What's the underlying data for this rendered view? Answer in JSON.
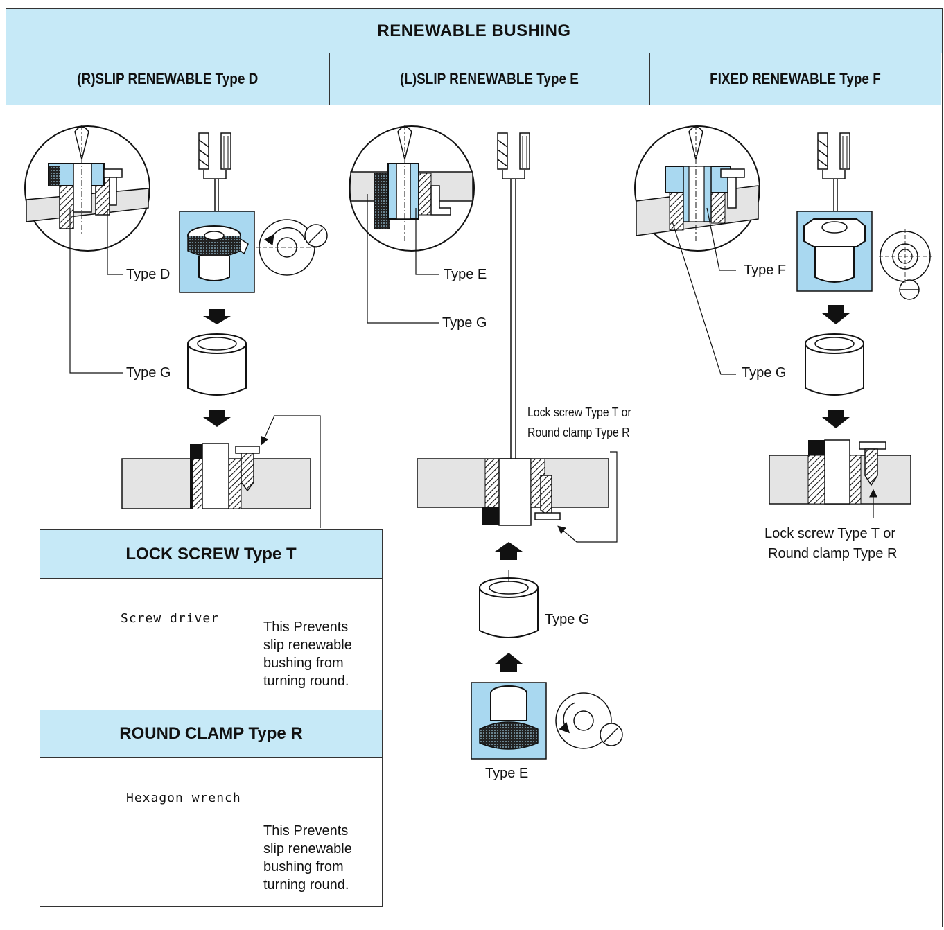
{
  "title": "RENEWABLE BUSHING",
  "columns": [
    {
      "heading": "(R)SLIP RENEWABLE  Type D"
    },
    {
      "heading": "(L)SLIP RENEWABLE  Type E"
    },
    {
      "heading": "FIXED RENEWABLE  Type F"
    }
  ],
  "col1": {
    "label_type_d": "Type D",
    "label_type_g": "Type G"
  },
  "col2": {
    "label_type_e": "Type E",
    "label_type_g": "Type G",
    "lock_note_line1": "Lock screw Type T or",
    "lock_note_line2": "Round clamp Type R",
    "label_type_g_lower": "Type G",
    "label_type_e_lower": "Type E"
  },
  "col3": {
    "label_type_f": "Type F",
    "label_type_g": "Type G",
    "lock_note_line1": "Lock screw Type T or",
    "lock_note_line2": "Round clamp Type R"
  },
  "lock_screw": {
    "heading": "LOCK SCREW  Type T",
    "tool_label": "Screw driver",
    "desc": [
      "This Prevents",
      "slip renewable",
      "bushing from",
      "turning round."
    ]
  },
  "round_clamp": {
    "heading": "ROUND CLAMP  Type R",
    "tool_label": "Hexagon wrench",
    "desc": [
      "This Prevents",
      "slip renewable",
      "bushing from",
      "turning round."
    ]
  },
  "colors": {
    "header_bg": "#c6e9f7",
    "part_blue": "#a9d8f0",
    "plate_gray": "#e4e4e4"
  }
}
